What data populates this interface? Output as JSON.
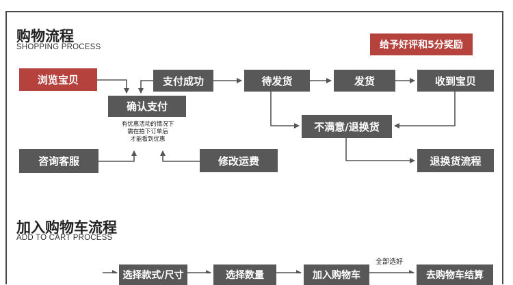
{
  "shopping": {
    "title": "购物流程",
    "subtitle": "SHOPPING PROCESS",
    "reward": "给予好评和5分奖励",
    "steps": {
      "browse": "浏览宝贝",
      "pay_success": "支付成功",
      "await_ship": "待发货",
      "ship": "发货",
      "receive": "收到宝贝",
      "confirm_pay": "确认支付",
      "unsatisfied": "不满意/退换货",
      "consult": "咨询客服",
      "modify_shipping": "修改运费",
      "return_process": "退换货流程"
    },
    "note_lines": [
      "有优惠活动的情况下",
      "需在拍下订单后",
      "才能看到优惠"
    ]
  },
  "cart": {
    "title": "加入购物车流程",
    "subtitle": "ADD TO CART PROCESS",
    "steps": {
      "choose_style": "选择款式/尺寸",
      "choose_qty": "选择数量",
      "add_cart": "加入购物车",
      "checkout": "去购物车结算"
    },
    "select_all_label": "全部选好"
  },
  "colors": {
    "box": "#585858",
    "highlight": "#b5423d",
    "arrow": "#555555"
  }
}
